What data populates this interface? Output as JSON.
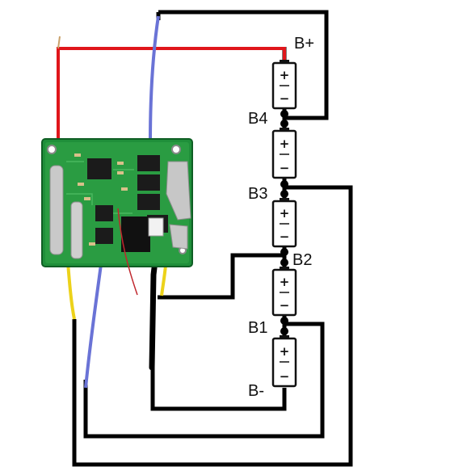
{
  "labels": {
    "b_plus": "B+",
    "b4": "B4",
    "b3": "B3",
    "b2": "B2",
    "b1": "B1",
    "b_minus": "B-"
  },
  "cells": [
    {
      "plus": "+",
      "minus": "−"
    },
    {
      "plus": "+",
      "minus": "−"
    },
    {
      "plus": "+",
      "minus": "−"
    },
    {
      "plus": "+",
      "minus": "−"
    },
    {
      "plus": "+",
      "minus": "−"
    }
  ],
  "colors": {
    "wire_black": "#000000",
    "wire_red": "#e0161b",
    "wire_blue": "#6a73d6",
    "wire_yellow": "#ecd21a",
    "pcb_green": "#1f8f3a",
    "pcb_green_light": "#3aa94d",
    "cell_outline": "#111111"
  }
}
